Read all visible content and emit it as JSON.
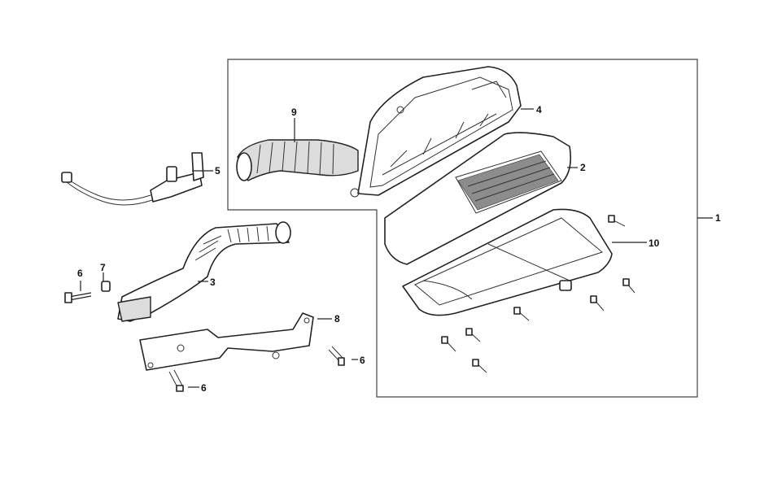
{
  "diagram": {
    "callouts": [
      {
        "id": "1",
        "text": "1"
      },
      {
        "id": "2",
        "text": "2"
      },
      {
        "id": "3",
        "text": "3"
      },
      {
        "id": "4",
        "text": "4"
      },
      {
        "id": "5",
        "text": "5"
      },
      {
        "id": "6a",
        "text": "6"
      },
      {
        "id": "6b",
        "text": "6"
      },
      {
        "id": "6c",
        "text": "6"
      },
      {
        "id": "7",
        "text": "7"
      },
      {
        "id": "8",
        "text": "8"
      },
      {
        "id": "9",
        "text": "9"
      },
      {
        "id": "10",
        "text": "10"
      }
    ]
  }
}
